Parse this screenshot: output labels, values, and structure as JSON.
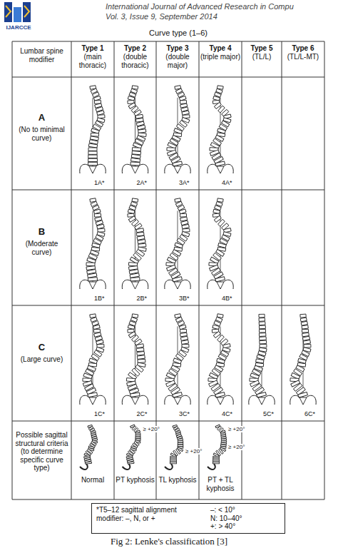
{
  "diagram": {
    "title": "Curve type (1–6)",
    "caption": "Fig 2: Lenke's classification [3]",
    "nodes": [
      {
        "text": [
          "*T5–12 sagittal alignment modifier: –, N, or +",
          "–: < 10°",
          "N: 10–40°",
          "+: > 40°"
        ]
      }
    ],
    "labels": [
      "IJARCCE",
      "International Journal of Advanced Research in Compu",
      "Vol. 3, Issue 9, September 2014",
      "Lumbar spine modifier",
      "Type 1",
      "(main thoracic)",
      "Type 2",
      "(double thoracic)",
      "Type 3",
      "(double major)",
      "Type 4",
      "(triple major)",
      "Type 5",
      "(TL/L)",
      "Type 6",
      "(TL/L-MT)",
      "A",
      "(No to minimal curve)",
      "B",
      "(Moderate curve)",
      "C",
      "(Large curve)",
      "Possible sagittal structural criteria (to determine specific curve type)",
      "1A*",
      "2A*",
      "3A*",
      "4A*",
      "1B*",
      "2B*",
      "3B*",
      "4B*",
      "1C*",
      "2C*",
      "3C*",
      "4C*",
      "5C*",
      "6C*",
      "≥ +20°",
      "≥ +20°",
      "≥ +20°",
      "≥ +20°",
      "Normal",
      "PT kyphosis",
      "TL kyphosis",
      "PT + TL kyphosis"
    ]
  }
}
